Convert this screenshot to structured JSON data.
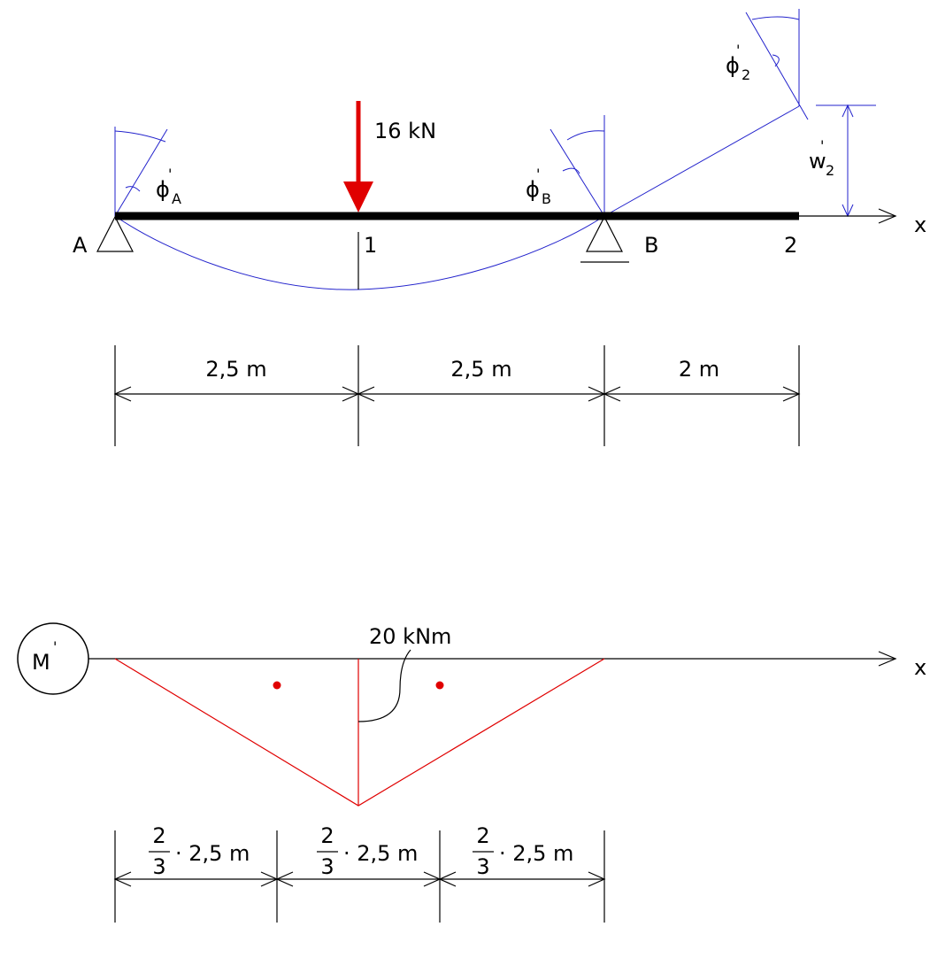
{
  "beam": {
    "support_a": "A",
    "support_b": "B",
    "point_1": "1",
    "point_2": "2",
    "load": "16 kN",
    "axis": "x",
    "phi_a": "ϕ",
    "phi_a_sub": "A",
    "phi_b": "ϕ",
    "phi_b_sub": "B",
    "phi_2": "ϕ",
    "phi_2_sub": "2",
    "w_2": "w",
    "w_2_sub": "2",
    "prime": "'",
    "dim_1": "2,5 m",
    "dim_2": "2,5 m",
    "dim_3": "2 m"
  },
  "moment": {
    "circle_label": "M",
    "prime": "'",
    "peak": "20 kNm",
    "axis": "x",
    "frac_num": "2",
    "frac_den": "3",
    "dim_text": "· 2,5 m"
  },
  "colors": {
    "beam": "#000000",
    "deflection": "#2222cc",
    "load": "#e00000",
    "moment": "#e00000"
  }
}
